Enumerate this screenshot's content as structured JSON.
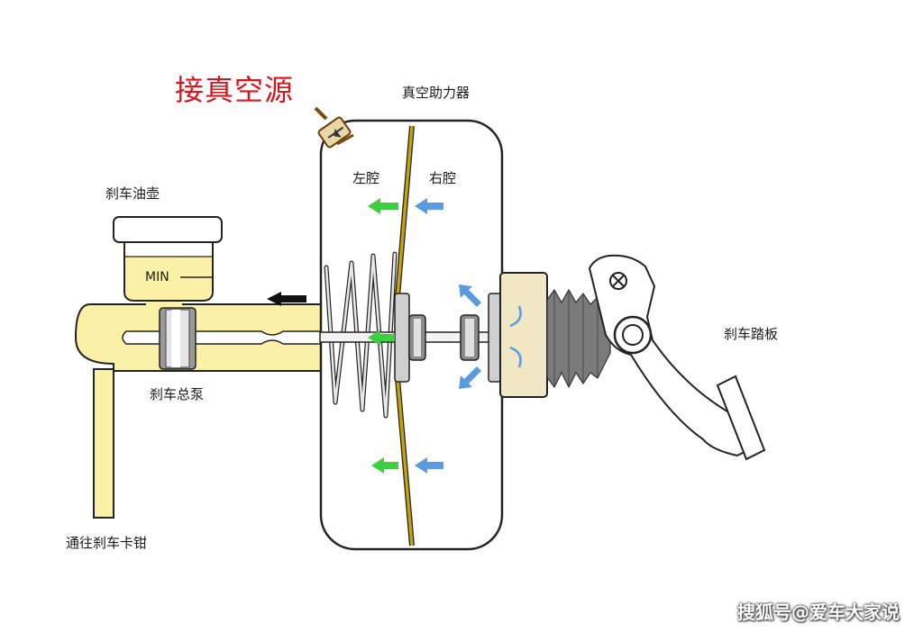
{
  "labels": {
    "vacuum_source": "接真空源",
    "vacuum_booster": "真空助力器",
    "left_chamber": "左腔",
    "right_chamber": "右腔",
    "reservoir": "刹车油壶",
    "min_mark": "MIN",
    "master_cylinder": "刹车总泵",
    "to_caliper": "通往刹车卡钳",
    "brake_pedal": "刹车踏板"
  },
  "watermark": "搜狐号@爱车大家说",
  "colors": {
    "fluid_yellow": "#fbf1a6",
    "outline": "#222222",
    "diaphragm": "#c8a400",
    "air_arrow_blue": "#5a9be0",
    "air_arrow_green": "#3ecf3e",
    "label_red": "#d9141a",
    "filter_beige": "#f1e7c4"
  },
  "icons": {
    "vacuum_valve": "valve-icon",
    "force_arrow": "left-arrow-icon"
  }
}
